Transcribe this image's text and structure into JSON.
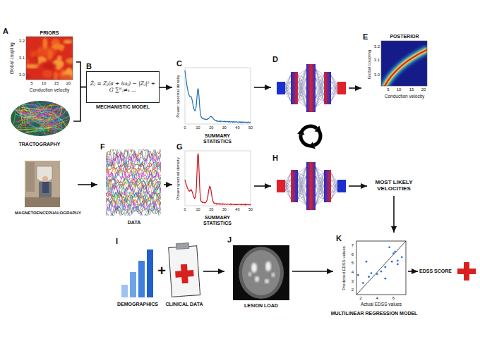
{
  "diagram": {
    "nodes": [
      {
        "text": [
          "A",
          "PRIORS"
        ]
      },
      {
        "text": [
          "TRACTOGRAPHY"
        ]
      },
      {
        "text": [
          "B",
          "Żⱼ = Zⱼ(a + iωⱼ) − |Zⱼ|² + G ∑ᴺⱼ≠ₖ ...",
          "MECHANISTIC MODEL"
        ]
      },
      {
        "text": [
          "C",
          "SUMMARY STATISTICS"
        ]
      },
      {
        "text": [
          "D"
        ]
      },
      {
        "text": [
          "E",
          "POSTERIOR"
        ]
      },
      {
        "text": [
          "MAGNETOENCEPHALOGRAPHY"
        ]
      },
      {
        "text": [
          "F",
          "DATA"
        ]
      },
      {
        "text": [
          "G",
          "SUMMARY STATISTICS"
        ]
      },
      {
        "text": [
          "H"
        ]
      },
      {
        "text": [
          "MOST LIKELY VELOCITIES"
        ]
      },
      {
        "text": [
          "I",
          "DEMOGRAPHICS"
        ]
      },
      {
        "text": [
          "CLINICAL DATA"
        ]
      },
      {
        "text": [
          "J",
          "LESION LOAD"
        ]
      },
      {
        "text": [
          "K",
          "MULTILINEAR REGRESSION MODEL"
        ]
      },
      {
        "text": [
          "EDSS SCORE"
        ]
      }
    ],
    "edges": [
      {
        "from": 0,
        "to": 2,
        "arrow": "none"
      },
      {
        "from": 1,
        "to": 2,
        "arrow": "none"
      },
      {
        "from": 2,
        "to": 3,
        "arrow": "to"
      },
      {
        "from": 3,
        "to": 4,
        "arrow": "to"
      },
      {
        "from": 4,
        "to": 5,
        "arrow": "to"
      },
      {
        "from": 6,
        "to": 7,
        "arrow": "to"
      },
      {
        "from": 7,
        "to": 8,
        "arrow": "to"
      },
      {
        "from": 8,
        "to": 9,
        "arrow": "to"
      },
      {
        "from": 9,
        "to": 10,
        "arrow": "to"
      },
      {
        "from": 10,
        "to": 14,
        "arrow": "to"
      },
      {
        "from": 12,
        "to": 13,
        "arrow": "to"
      },
      {
        "from": 13,
        "to": 14,
        "arrow": "to"
      },
      {
        "from": 14,
        "to": 15,
        "arrow": "to"
      }
    ],
    "labels": [
      "Global coupling",
      "3.2",
      "3.1",
      "3.0",
      "5",
      "10",
      "15",
      "20",
      "Conduction velocity",
      "Power spectral density",
      "0",
      "10",
      "20",
      "30",
      "40",
      "50",
      "Global coupling",
      "3.2",
      "3.1",
      "3.0",
      "5",
      "10",
      "15",
      "20",
      "Conduction velocity",
      "Power spectral density",
      "0",
      "10",
      "20",
      "30",
      "40",
      "50",
      "+",
      "Predicted EDSS values",
      "2",
      "3",
      "4",
      "5",
      "6",
      "7",
      "2",
      "4",
      "6",
      "Actual EDSS values"
    ]
  }
}
